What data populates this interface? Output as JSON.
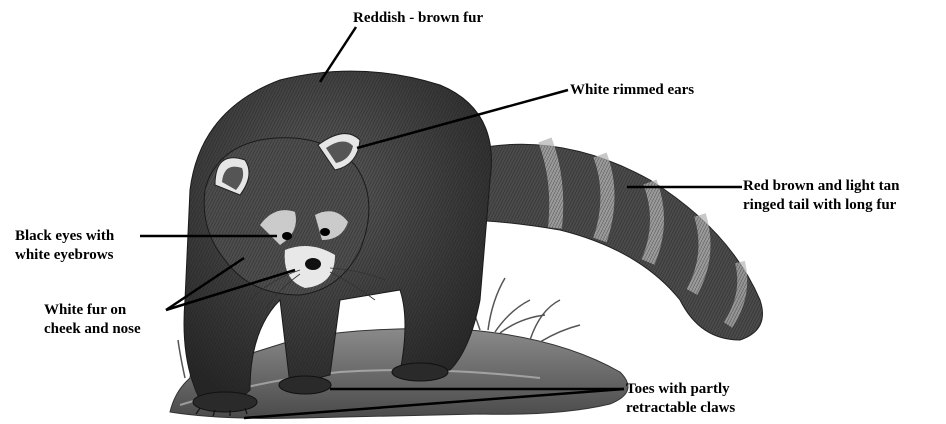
{
  "diagram": {
    "subject": "red-panda",
    "labels": {
      "fur": {
        "lines": [
          "Reddish - brown fur"
        ]
      },
      "ears": {
        "lines": [
          "White rimmed ears"
        ]
      },
      "tail": {
        "lines": [
          "Red brown and light tan",
          "ringed tail with long fur"
        ]
      },
      "eyes": {
        "lines": [
          "Black eyes with",
          "white eyebrows"
        ]
      },
      "cheek": {
        "lines": [
          "White fur on",
          "cheek and nose"
        ]
      },
      "toes": {
        "lines": [
          "Toes with partly",
          "retractable claws"
        ]
      }
    },
    "colors": {
      "ink": "#000000",
      "fur_dark": "#3a3a3a",
      "fur_mid": "#6b6b6b",
      "fur_light": "#d9d9d9",
      "ground": "#7a7a7a"
    }
  }
}
